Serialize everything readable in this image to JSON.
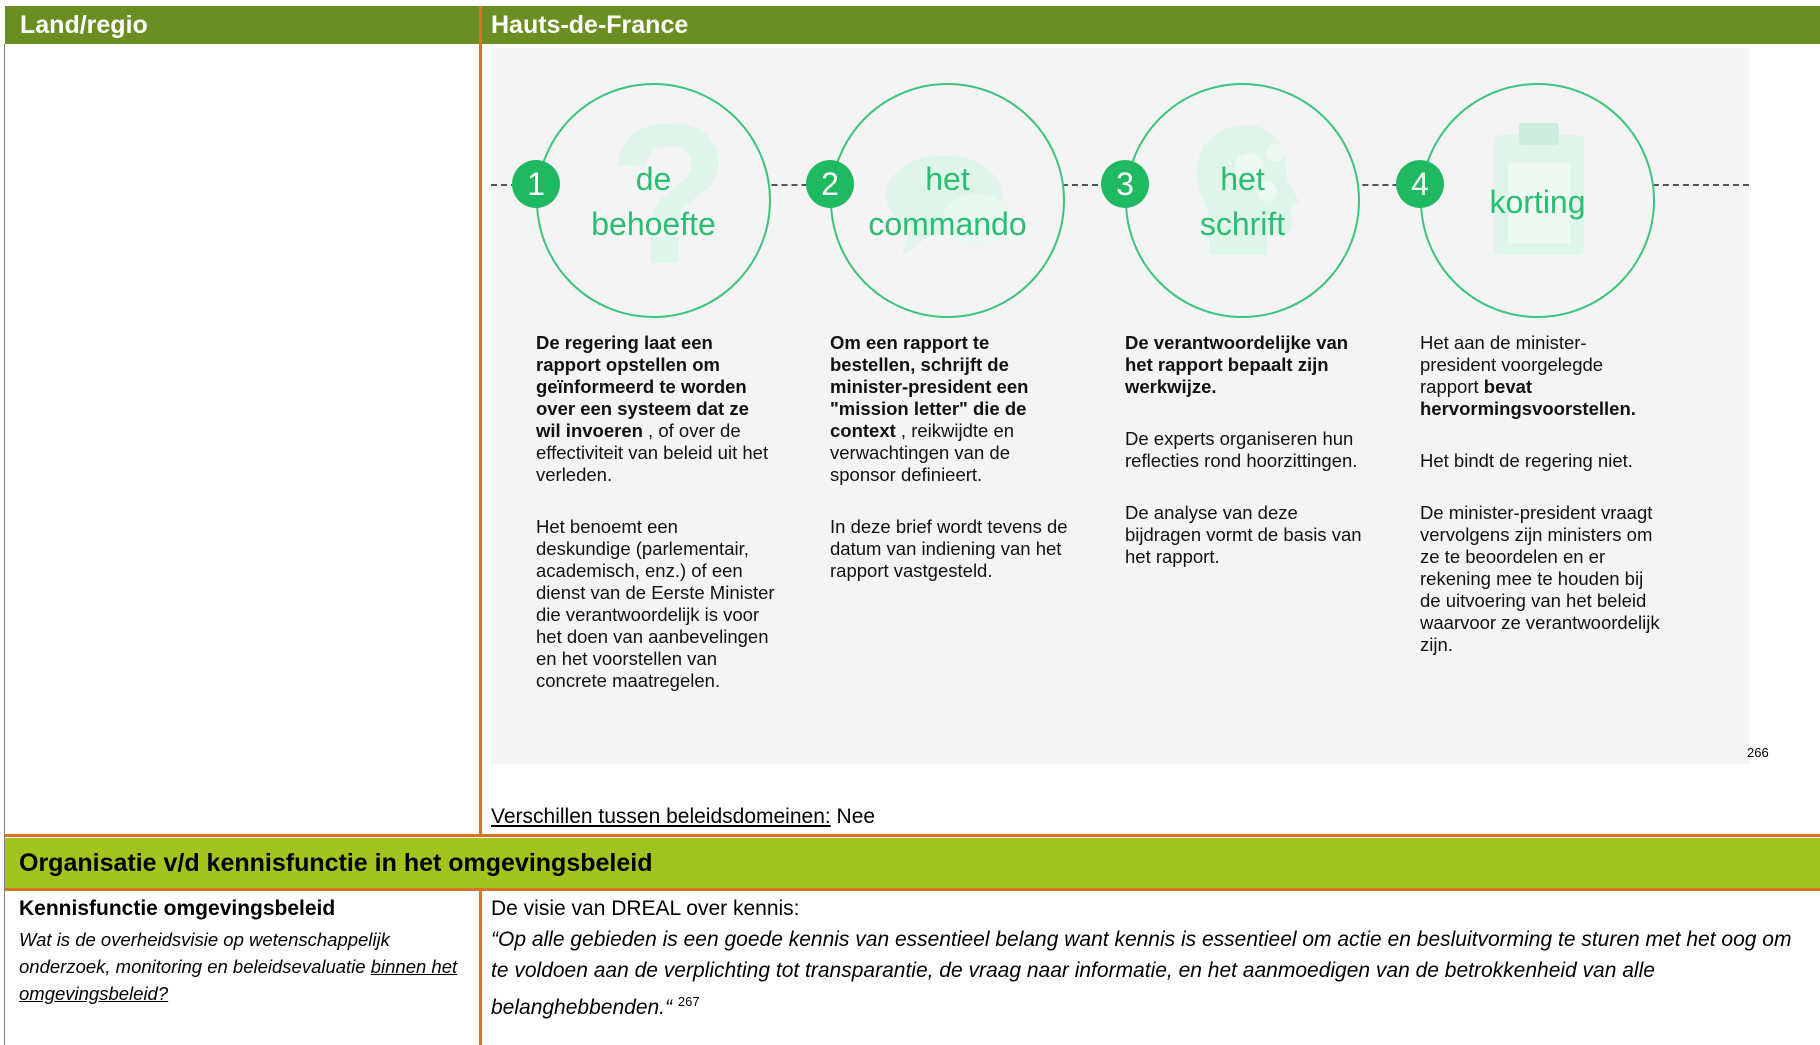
{
  "table": {
    "header_left": "Land/regio",
    "header_right": "Hauts-de-France"
  },
  "figure": {
    "steps": [
      {
        "number": "1",
        "title_line1": "de",
        "title_line2": "behoefte",
        "bg_icon": "question-mark-icon",
        "para1_bold": "De regering laat een rapport opstellen om geïnformeerd te worden over een systeem dat ze wil invoeren",
        "para1_rest": " , of over de effectiviteit van beleid uit het verleden.",
        "para2": "Het benoemt een deskundige (parlementair, academisch, enz.) of een dienst van de Eerste Minister die verantwoordelijk is voor het doen van aanbevelingen en het voorstellen van concrete maatregelen."
      },
      {
        "number": "2",
        "title_line1": "het",
        "title_line2": "commando",
        "bg_icon": "speech-bubble-icon",
        "para1_bold": "Om een rapport te bestellen, schrijft de minister-president een \"mission letter\" die de context",
        "para1_rest": " , reikwijdte en verwachtingen van de sponsor definieert.",
        "para2": "In deze brief wordt tevens de datum van indiening van het rapport vastgesteld."
      },
      {
        "number": "3",
        "title_line1": "het",
        "title_line2": "schrift",
        "bg_icon": "head-gears-icon",
        "para1_bold": "De verantwoordelijke van het rapport bepaalt zijn werkwijze.",
        "para2": "De experts organiseren hun reflecties rond hoorzittingen.",
        "para3": "De analyse van deze bijdragen vormt de basis van het rapport."
      },
      {
        "number": "4",
        "title_line1": "korting",
        "bg_icon": "clipboard-icon",
        "para1_pre": "Het aan de minister-president voorgelegde rapport ",
        "para1_bold": "bevat hervormingsvoorstellen.",
        "para2": "Het bindt de regering niet.",
        "para3": "De minister-president vraagt vervolgens zijn ministers om ze te beoordelen en er rekening mee te houden bij de uitvoering van het beleid waarvoor ze verantwoordelijk zijn."
      }
    ],
    "footnote": "266"
  },
  "verschillen": {
    "label": "Verschillen tussen beleidsdomeinen:",
    "value": " Nee"
  },
  "section": {
    "title": "Organisatie v/d kennisfunctie in het omgevingsbeleid"
  },
  "kennisfunctie": {
    "title": "Kennisfunctie omgevingsbeleid",
    "question_part1": "Wat is de overheidsvisie op wetenschappelijk onderzoek, monitoring en beleidsevaluatie ",
    "question_part2": "binnen het omgevingsbeleid?",
    "visie_intro": "De visie van DREAL over kennis:",
    "visie_quote": "“Op alle gebieden is een goede kennis van essentieel belang want kennis is essentieel om actie en besluitvorming te sturen met het oog om te voldoen aan de verplichting tot transparantie, de vraag naar informatie, en het aanmoedigen van de betrokkenheid van alle belanghebbenden.“",
    "visie_footnote": "267"
  },
  "colors": {
    "header_green": "#6b8e23",
    "section_green": "#a3c41f",
    "accent_orange": "#d9722b",
    "step_green": "#1fb962"
  }
}
